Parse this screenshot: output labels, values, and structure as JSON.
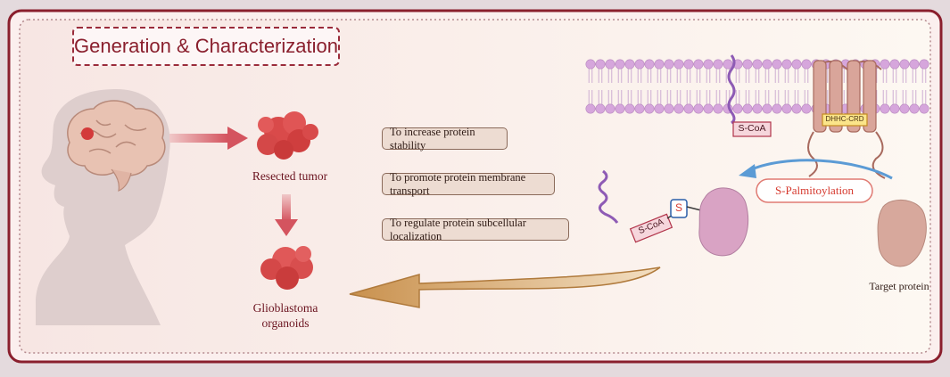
{
  "title": "Generation & Characterization",
  "labels": {
    "resected_tumor": "Resected tumor",
    "glioblastoma": "Glioblastoma",
    "organoids": "organoids",
    "scoa_membrane": "S-CoA",
    "dhhc_crd": "DHHC-CRD",
    "scoa_bound": "S-CoA",
    "s_letter": "S",
    "s_palmitoylation": "S-Palmitoylation",
    "target_protein": "Target protein"
  },
  "functions": [
    "To increase protein stability",
    "To promote protein membrane transport",
    "To regulate protein subcellular localization"
  ],
  "colors": {
    "frame": "#8a1f2d",
    "panel": "#fdf3f1",
    "tumor": "#d94a4a",
    "arrow_red": "#d4636b",
    "big_arrow": "#d9a86a",
    "lipid_head": "#d6a6dc",
    "receptor": "#d9a59a",
    "palm_arrow": "#5b9bd5",
    "palm_text": "#d63a2f",
    "protein_pink": "#d9a3c4",
    "protein_tan": "#d7a89c"
  }
}
